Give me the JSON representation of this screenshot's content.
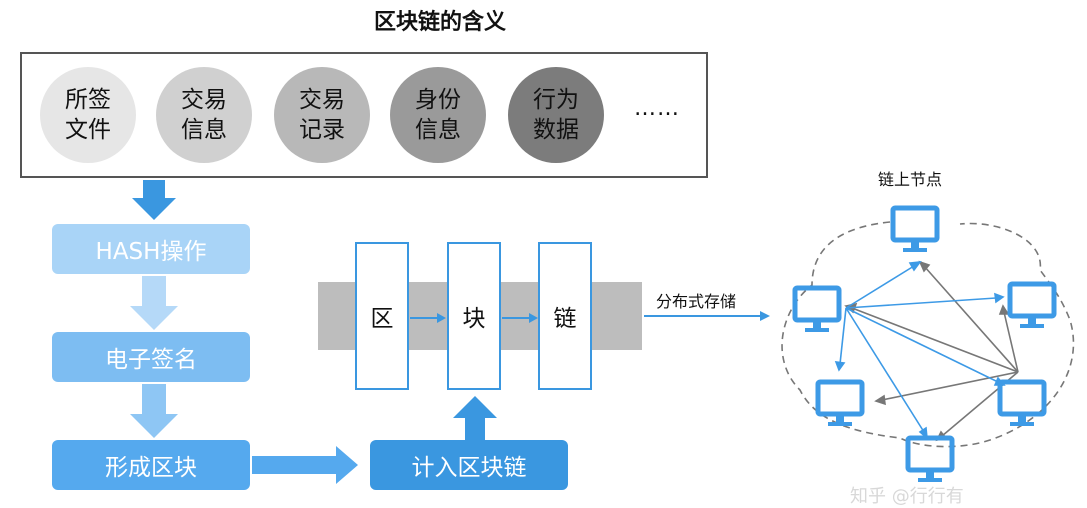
{
  "title": "区块链的含义",
  "inputs": [
    {
      "line1": "所签",
      "line2": "文件"
    },
    {
      "line1": "交易",
      "line2": "信息"
    },
    {
      "line1": "交易",
      "line2": "记录"
    },
    {
      "line1": "身份",
      "line2": "信息"
    },
    {
      "line1": "行为",
      "line2": "数据"
    }
  ],
  "ellipsis": "……",
  "steps": {
    "hash": "HASH操作",
    "sign": "电子签名",
    "form": "形成区块",
    "add": "计入区块链"
  },
  "chain": [
    "区",
    "块",
    "链"
  ],
  "distributed_label": "分布式存储",
  "nodes_label": "链上节点",
  "colors": {
    "light_blue": "#a9d4f7",
    "mid_blue": "#7dbdf2",
    "strong_blue": "#55a9ee",
    "arrow_blue": "#3a97e0",
    "node_blue": "#3d9ae6",
    "gray": "#777777"
  },
  "node_icon": "computer-monitor-icon",
  "watermark": "知乎 @行行有"
}
